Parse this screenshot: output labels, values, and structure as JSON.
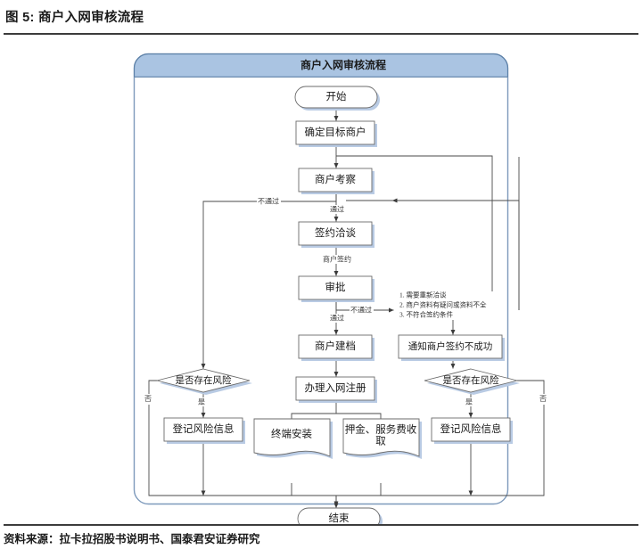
{
  "figure": {
    "title": "图 5: 商户入网审核流程",
    "source": "资料来源：拉卡拉招股书说明书、国泰君安证券研究"
  },
  "diagram": {
    "banner_title": "商户入网审核流程",
    "nodes": {
      "start": "开始",
      "target_merchant": "确定目标商户",
      "merchant_survey": "商户考察",
      "contract_negotiation": "签约洽谈",
      "approval": "审批",
      "merchant_filing": "商户建档",
      "network_registration": "办理入网注册",
      "notify_fail": "通知商户签约不成功",
      "risk_decision_left": "是否存在风险",
      "risk_decision_right": "是否存在风险",
      "register_risk_left": "登记风险信息",
      "register_risk_right": "登记风险信息",
      "terminal_install": "终端安装",
      "deposit_fee_line1": "押金、服务费收",
      "deposit_fee_line2": "取",
      "end": "结束"
    },
    "edge_labels": {
      "survey_fail": "不通过",
      "survey_pass": "通过",
      "merchant_sign": "商户签约",
      "approval_fail": "不通过",
      "approval_pass": "通过",
      "risk_left_no": "否",
      "risk_left_yes": "是",
      "risk_right_no": "否",
      "risk_right_yes": "是"
    },
    "note_lines": [
      "1. 需要重新洽谈",
      "2. 商户资料有疑问或资料不全",
      "3. 不符合签约条件"
    ],
    "colors": {
      "banner_fill": "#aac4e2",
      "banner_stroke": "#5b7fa6",
      "container_stroke": "#7d99bb",
      "shape_stroke": "#6b6b6b",
      "shadow": "#b9cbe4",
      "line": "#4a4a4a"
    }
  }
}
